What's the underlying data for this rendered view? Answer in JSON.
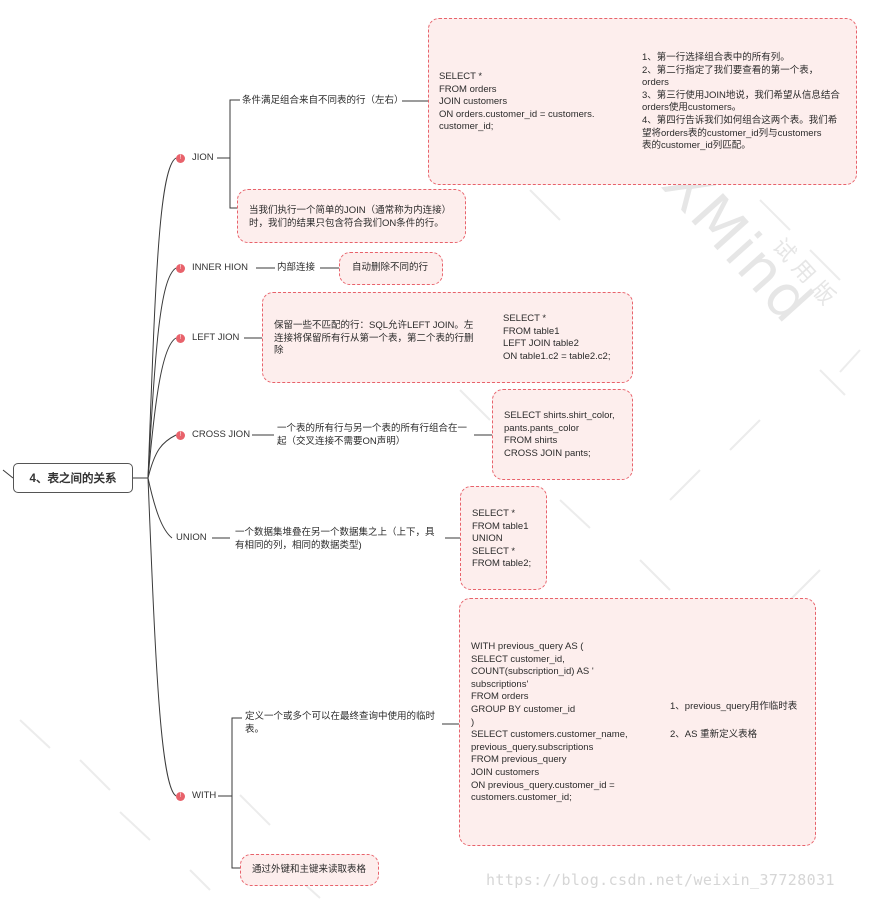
{
  "root": {
    "title": "4、表之间的关系"
  },
  "branches": [
    {
      "label": "JION",
      "marked": true
    },
    {
      "label": "INNER HION",
      "marked": true
    },
    {
      "label": "LEFT JION",
      "marked": true
    },
    {
      "label": "CROSS JION",
      "marked": true
    },
    {
      "label": "UNION",
      "marked": false
    },
    {
      "label": "WITH",
      "marked": true
    }
  ],
  "jion": {
    "desc": "条件满足组合来自不同表的行（左右）",
    "code": "SELECT *\nFROM orders\nJOIN customers\n  ON orders.customer_id = customers.\ncustomer_id;",
    "notes": "1、第一行选择组合表中的所有列。\n2、第二行指定了我们要查看的第一个表，\norders\n3、第三行使用JOIN地说，我们希望从信息结合\norders使用customers。\n4、第四行告诉我们如何组合这两个表。我们希\n望将orders表的customer_id列与customers\n表的customer_id列匹配。",
    "inner_note": "当我们执行一个简单的JOIN（通常称为内连接）\n时，我们的结果只包含符合我们ON条件的行。"
  },
  "inner": {
    "label": "内部连接",
    "desc": "自动删除不同的行"
  },
  "left": {
    "desc": "保留一些不匹配的行：SQL允许LEFT JOIN。左\n连接将保留所有行从第一个表，第二个表的行删\n除",
    "code": "SELECT *\nFROM table1\nLEFT JOIN table2\n  ON table1.c2 = table2.c2;"
  },
  "cross": {
    "desc": "一个表的所有行与另一个表的所有行组合在一\n起（交叉连接不需要ON声明）",
    "code": "SELECT shirts.shirt_color,\n   pants.pants_color\nFROM shirts\nCROSS JOIN pants;"
  },
  "union": {
    "desc": "一个数据集堆叠在另一个数据集之上（上下，具\n有相同的列，相同的数据类型)",
    "code": "SELECT *\nFROM table1\nUNION\nSELECT *\nFROM table2;"
  },
  "with": {
    "desc": "定义一个或多个可以在最终查询中使用的临时\n表。",
    "code": "WITH previous_query AS (\n   SELECT customer_id,\n      COUNT(subscription_id) AS '\nsubscriptions'\n   FROM orders\n   GROUP BY customer_id\n)\nSELECT customers.customer_name,\n   previous_query.subscriptions\nFROM previous_query\nJOIN customers\n  ON previous_query.customer_id =\ncustomers.customer_id;",
    "note1": "1、previous_query用作临时表",
    "note2": "2、AS 重新定义表格",
    "foot": "通过外键和主键来读取表格"
  },
  "watermark": {
    "brand": "XMind",
    "trial": "试 用 版",
    "url": "https://blog.csdn.net/weixin_37728031"
  },
  "colors": {
    "accent": "#e8626b",
    "box_fill": "#fdeeed",
    "line": "#3a3a3a"
  }
}
